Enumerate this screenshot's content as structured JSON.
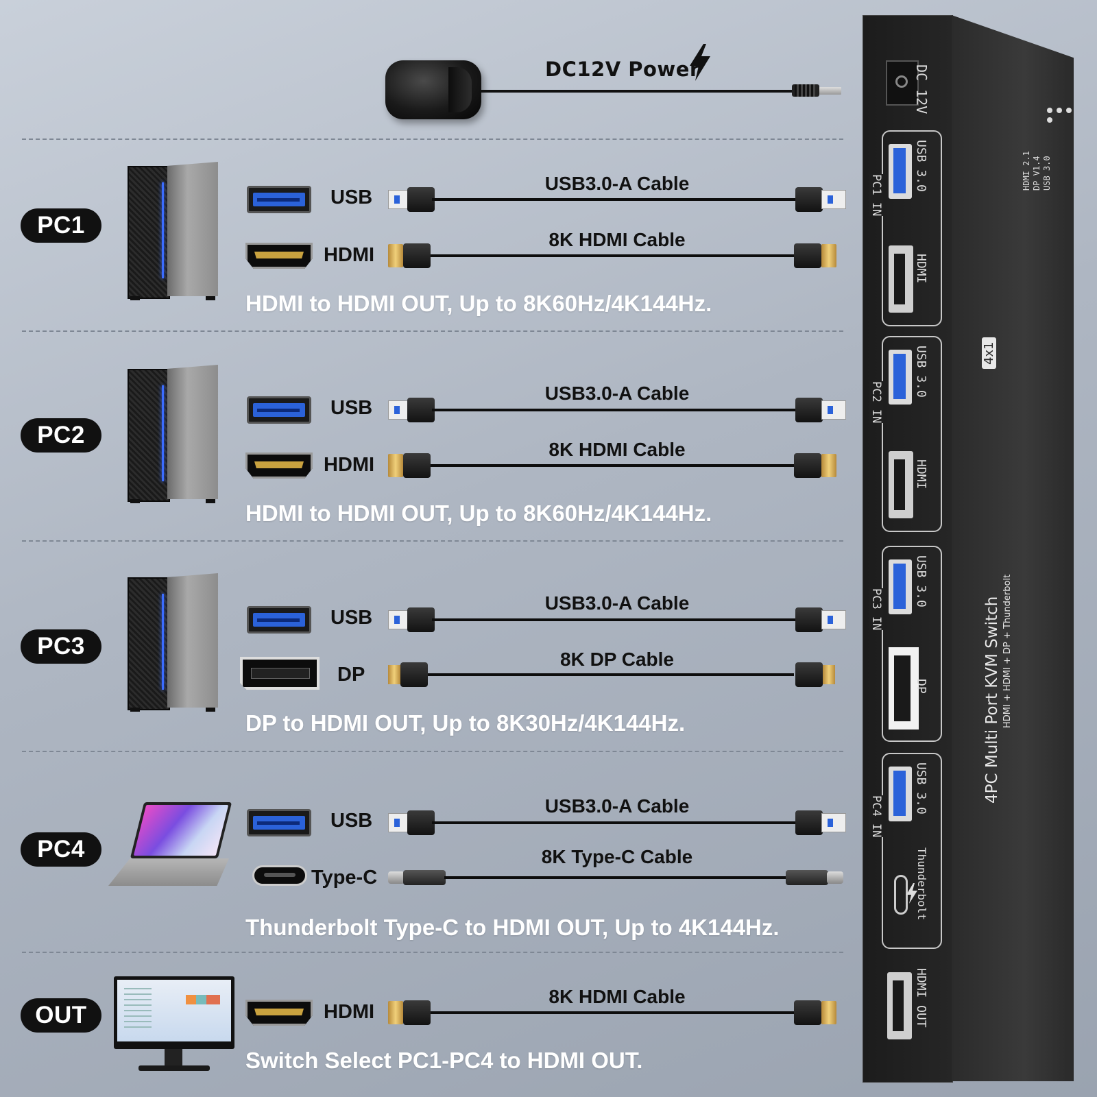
{
  "power": {
    "label": "DC12V Power"
  },
  "rows": [
    {
      "badge": "PC1",
      "usb_label": "USB",
      "usb_cable": "USB3.0-A Cable",
      "video_label": "HDMI",
      "video_cable": "8K HDMI Cable",
      "caption": "HDMI to HDMI OUT, Up to 8K60Hz/4K144Hz."
    },
    {
      "badge": "PC2",
      "usb_label": "USB",
      "usb_cable": "USB3.0-A Cable",
      "video_label": "HDMI",
      "video_cable": "8K HDMI Cable",
      "caption": "HDMI to HDMI OUT, Up to 8K60Hz/4K144Hz."
    },
    {
      "badge": "PC3",
      "usb_label": "USB",
      "usb_cable": "USB3.0-A Cable",
      "video_label": "DP",
      "video_cable": "8K DP Cable",
      "caption": "DP to HDMI OUT, Up to 8K30Hz/4K144Hz."
    },
    {
      "badge": "PC4",
      "usb_label": "USB",
      "usb_cable": "USB3.0-A Cable",
      "video_label": "Type-C",
      "video_cable": "8K Type-C Cable",
      "caption": "Thunderbolt Type-C to HDMI OUT, Up to 4K144Hz."
    }
  ],
  "out": {
    "badge": "OUT",
    "video_label": "HDMI",
    "video_cable": "8K HDMI Cable",
    "caption": "Switch Select PC1-PC4 to HDMI OUT."
  },
  "switch": {
    "dc_label": "DC 12V",
    "groups": [
      {
        "in_label": "PC1 IN",
        "usb_label": "USB 3.0",
        "video_label": "HDMI"
      },
      {
        "in_label": "PC2 IN",
        "usb_label": "USB 3.0",
        "video_label": "HDMI"
      },
      {
        "in_label": "PC3 IN",
        "usb_label": "USB 3.0",
        "video_label": "DP"
      },
      {
        "in_label": "PC4 IN",
        "usb_label": "USB 3.0",
        "video_label": "Thunderbolt"
      }
    ],
    "out_label": "HDMI OUT",
    "spec_lines": [
      "HDMI 2.1",
      "DP V1.4",
      "USB 3.0"
    ],
    "model_badge": "4x1",
    "title": "4PC Multi Port KVM Switch",
    "subtitle": "HDMI + HDMI + DP + Thunderbolt"
  },
  "colors": {
    "usb_blue": "#2b62d9",
    "hdmi_gold": "#c9a23f",
    "badge_bg": "#111111",
    "caption_text": "#ffffff"
  }
}
